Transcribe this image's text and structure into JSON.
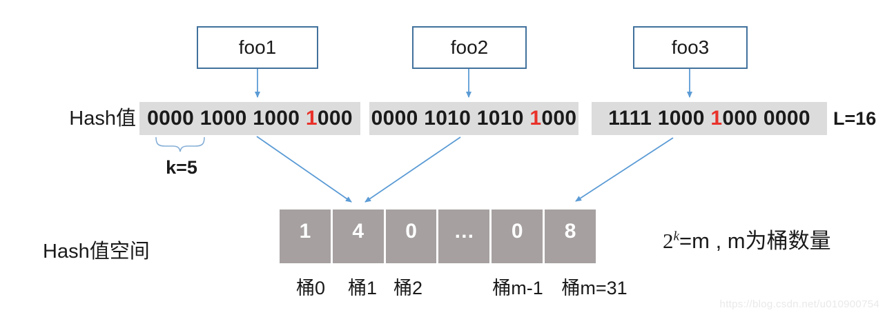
{
  "colors": {
    "node_border": "#41719c",
    "arrow": "#5b9bd5",
    "brace": "#84aed6",
    "hash_bar_bg": "#dcdcdc",
    "bucket_bg": "#a6a0a0",
    "red_digit": "#e8312a",
    "text": "#1a1a1a",
    "watermark": "#e9e9e9"
  },
  "nodes": [
    {
      "label": "foo1"
    },
    {
      "label": "foo2"
    },
    {
      "label": "foo3"
    }
  ],
  "hash_row": {
    "label": "Hash值",
    "bars": [
      {
        "pre": "0000 1000 1000 ",
        "red": "1",
        "post": "000"
      },
      {
        "pre": "0000 1010 1010 ",
        "red": "1",
        "post": "000"
      },
      {
        "pre": "1111 1000 ",
        "red": "1",
        "post": "000 0000"
      }
    ],
    "bit_length_label": "L=16",
    "prefix_label": "k=5"
  },
  "buckets": {
    "label": "Hash值空间",
    "cells": [
      {
        "value": "1"
      },
      {
        "value": "4"
      },
      {
        "value": "0"
      },
      {
        "value": "…"
      },
      {
        "value": "0"
      },
      {
        "value": "8"
      }
    ],
    "axis_labels": [
      {
        "text": "桶0"
      },
      {
        "text": "桶1"
      },
      {
        "text": "桶2"
      },
      {
        "text": "桶m-1"
      },
      {
        "text": "桶m=31"
      }
    ]
  },
  "formula": {
    "base": "2",
    "exponent": "k",
    "rest": "=m , m为桶数量"
  },
  "watermark": "https://blog.csdn.net/u010900754"
}
